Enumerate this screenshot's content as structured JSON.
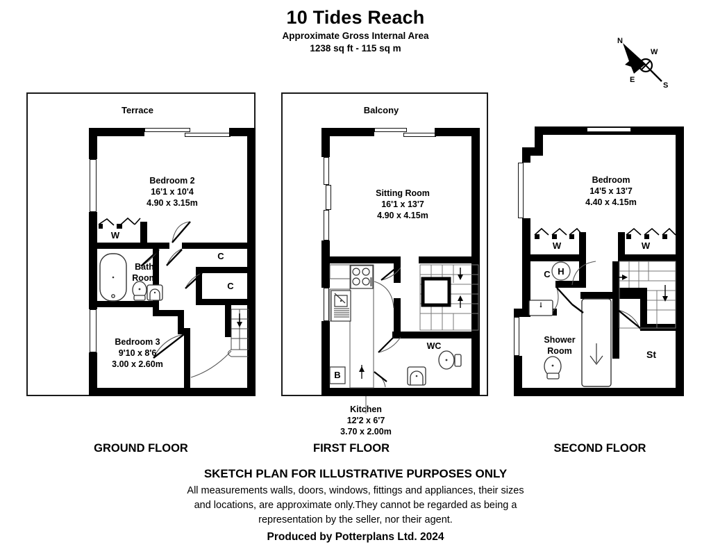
{
  "header": {
    "title": "10 Tides Reach",
    "subtitle_area": "Approximate Gross Internal Area",
    "subtitle_size": "1238 sq ft - 115 sq m"
  },
  "compass": {
    "north": "N",
    "west": "W",
    "east": "E",
    "south": "S"
  },
  "floors": [
    {
      "caption": "GROUND FLOOR",
      "outdoor_label": "Terrace",
      "rooms": [
        {
          "name": "Bedroom 2",
          "imperial": "16'1 x 10'4",
          "metric": "4.90 x 3.15m"
        },
        {
          "name": "Bath\nRoom",
          "imperial": "",
          "metric": ""
        },
        {
          "name": "Bedroom 3",
          "imperial": "9'10 x 8'6",
          "metric": "3.00 x 2.60m"
        }
      ],
      "tags": [
        "W",
        "C",
        "C"
      ]
    },
    {
      "caption": "FIRST FLOOR",
      "outdoor_label": "Balcony",
      "rooms": [
        {
          "name": "Sitting Room",
          "imperial": "16'1 x 13'7",
          "metric": "4.90 x 4.15m"
        },
        {
          "name": "Kitchen",
          "imperial": "12'2 x 6'7",
          "metric": "3.70 x 2.00m"
        },
        {
          "name": "WC",
          "imperial": "",
          "metric": ""
        }
      ],
      "tags": [
        "B"
      ]
    },
    {
      "caption": "SECOND FLOOR",
      "outdoor_label": "",
      "rooms": [
        {
          "name": "Bedroom",
          "imperial": "14'5 x 13'7",
          "metric": "4.40 x 4.15m"
        },
        {
          "name": "Shower\nRoom",
          "imperial": "",
          "metric": ""
        },
        {
          "name": "St",
          "imperial": "",
          "metric": ""
        }
      ],
      "tags": [
        "W",
        "W",
        "C",
        "H"
      ]
    }
  ],
  "labels": {
    "terrace": "Terrace",
    "balcony": "Balcony",
    "bedroom2_name": "Bedroom 2",
    "bedroom2_imp": "16'1 x 10'4",
    "bedroom2_met": "4.90 x 3.15m",
    "bathroom_l1": "Bath",
    "bathroom_l2": "Room",
    "bedroom3_name": "Bedroom 3",
    "bedroom3_imp": "9'10 x 8'6",
    "bedroom3_met": "3.00 x 2.60m",
    "sitting_name": "Sitting Room",
    "sitting_imp": "16'1 x 13'7",
    "sitting_met": "4.90 x 4.15m",
    "kitchen_name": "Kitchen",
    "kitchen_imp": "12'2 x 6'7",
    "kitchen_met": "3.70 x 2.00m",
    "wc": "WC",
    "bedroom_name": "Bedroom",
    "bedroom_imp": "14'5 x 13'7",
    "bedroom_met": "4.40 x 4.15m",
    "shower_l1": "Shower",
    "shower_l2": "Room",
    "store": "St",
    "wardrobe_g": "W",
    "cupboard_g1": "C",
    "cupboard_g2": "C",
    "boiler": "B",
    "wardrobe_s1": "W",
    "wardrobe_s2": "W",
    "cupboard_s": "C",
    "hotwater": "H",
    "cap_ground": "GROUND FLOOR",
    "cap_first": "FIRST FLOOR",
    "cap_second": "SECOND FLOOR"
  },
  "footer": {
    "heading": "SKETCH PLAN FOR ILLUSTRATIVE PURPOSES ONLY",
    "line1": "All measurements walls, doors, windows, fittings and appliances, their sizes",
    "line2": "and locations, are approximate only.They cannot be regarded as being a",
    "line3": "representation by the seller, nor their agent.",
    "producer": "Produced by Potterplans Ltd. 2024"
  },
  "colors": {
    "wall": "#000000",
    "outline": "#1a1a1a",
    "background": "#ffffff",
    "fixture_stroke": "#333333"
  }
}
